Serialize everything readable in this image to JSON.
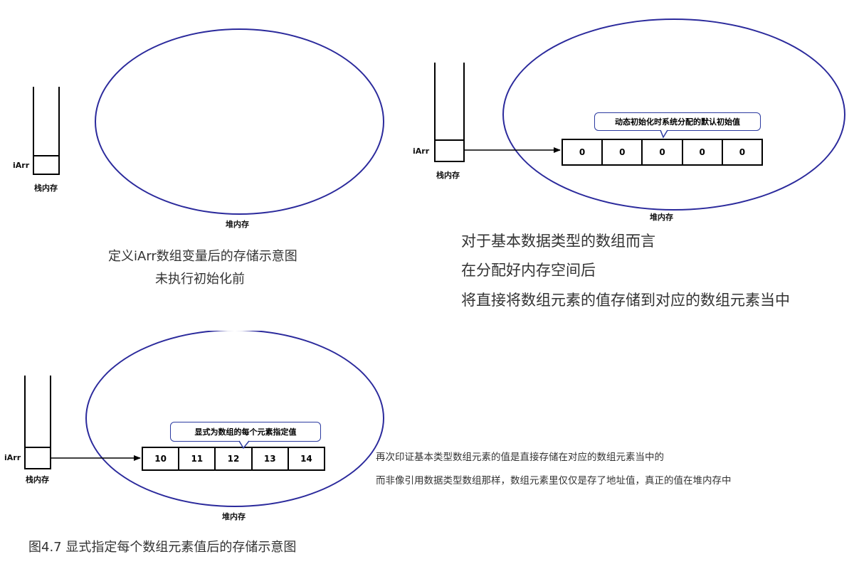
{
  "colors": {
    "heap_border": "#2b2a9c",
    "callout_border": "#2b3aa0",
    "text": "#333333"
  },
  "panel1": {
    "var_label": "iArr",
    "stack_label": "栈内存",
    "heap_label": "堆内存",
    "caption_line1": "定义iArr数组变量后的存储示意图",
    "caption_line2": "未执行初始化前"
  },
  "panel2": {
    "var_label": "iArr",
    "stack_label": "栈内存",
    "heap_label": "堆内存",
    "callout": "动态初始化时系统分配的默认初始值",
    "cells": [
      "0",
      "0",
      "0",
      "0",
      "0"
    ],
    "note_line1": "对于基本数据类型的数组而言",
    "note_line2": "在分配好内存空间后",
    "note_line3": "将直接将数组元素的值存储到对应的数组元素当中"
  },
  "panel3": {
    "var_label": "iArr",
    "stack_label": "栈内存",
    "heap_label": "堆内存",
    "callout": "显式为数组的每个元素指定值",
    "cells": [
      "10",
      "11",
      "12",
      "13",
      "14"
    ],
    "note_line1": "再次印证基本类型数组元素的值是直接存储在对应的数组元素当中的",
    "note_line2": "而非像引用数据类型数组那样，数组元素里仅仅是存了地址值，真正的值在堆内存中",
    "caption": "图4.7 显式指定每个数组元素值后的存储示意图"
  }
}
